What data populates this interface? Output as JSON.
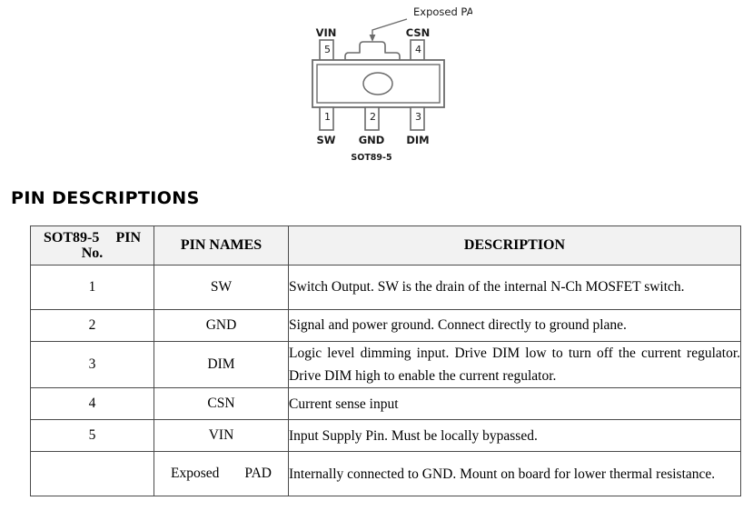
{
  "diagram": {
    "name": "sot89-5-package-diagram",
    "callout_label": "Exposed PAD",
    "package_label": "SOT89-5",
    "top_pins": [
      {
        "number": "5",
        "label": "VIN"
      },
      {
        "number": "4",
        "label": "CSN"
      }
    ],
    "bottom_pins": [
      {
        "number": "1",
        "label": "SW"
      },
      {
        "number": "2",
        "label": "GND"
      },
      {
        "number": "3",
        "label": "DIM"
      }
    ],
    "colors": {
      "outline": "#6b6b6b",
      "text": "#1a1a1a",
      "fill": "#ffffff"
    }
  },
  "section": {
    "heading": "PIN DESCRIPTIONS"
  },
  "table": {
    "headers": {
      "pin_no_line1_a": "SOT89-5",
      "pin_no_line1_b": "PIN",
      "pin_no_line2": "No.",
      "pin_names": "PIN NAMES",
      "description": "DESCRIPTION"
    },
    "header_bg": "#f2f2f2",
    "border_color": "#4a4a4a",
    "rows": [
      {
        "pin_no": "1",
        "pin_name": "SW",
        "pin_name_justified": false,
        "description": "Switch Output. SW is the drain of the internal N-Ch MOSFET switch.",
        "tall": true
      },
      {
        "pin_no": "2",
        "pin_name": "GND",
        "pin_name_justified": false,
        "description": "Signal and power ground. Connect directly to ground plane.",
        "tall": false
      },
      {
        "pin_no": "3",
        "pin_name": "DIM",
        "pin_name_justified": false,
        "description": "Logic level dimming input. Drive DIM low to turn off the current regulator. Drive DIM high to enable the current regulator.",
        "tall": true
      },
      {
        "pin_no": "4",
        "pin_name": "CSN",
        "pin_name_justified": false,
        "description": "Current sense input",
        "tall": false
      },
      {
        "pin_no": "5",
        "pin_name": "VIN",
        "pin_name_justified": false,
        "description": "Input Supply Pin. Must be locally bypassed.",
        "tall": false
      },
      {
        "pin_no": "",
        "pin_name": "Exposed  PAD",
        "pin_name_justified": true,
        "description": "Internally connected to GND. Mount on board for lower thermal resistance.",
        "tall": true
      }
    ]
  }
}
